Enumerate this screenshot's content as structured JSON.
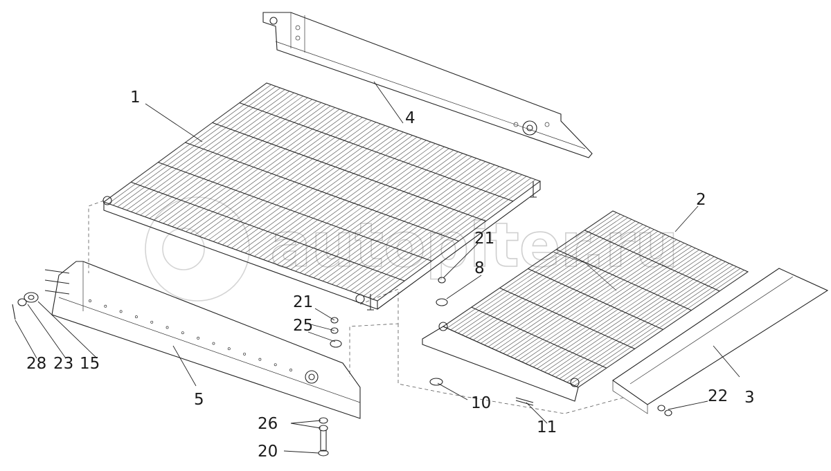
{
  "watermark": "autopiter.ru",
  "callouts": [
    "1",
    "2",
    "3",
    "4",
    "5",
    "8",
    "10",
    "11",
    "15",
    "20",
    "21",
    "21",
    "22",
    "23",
    "25",
    "26",
    "28"
  ],
  "colors": {
    "line": "#222222",
    "fill": "#f4f4f4",
    "watermark": "#cfcfcf"
  }
}
